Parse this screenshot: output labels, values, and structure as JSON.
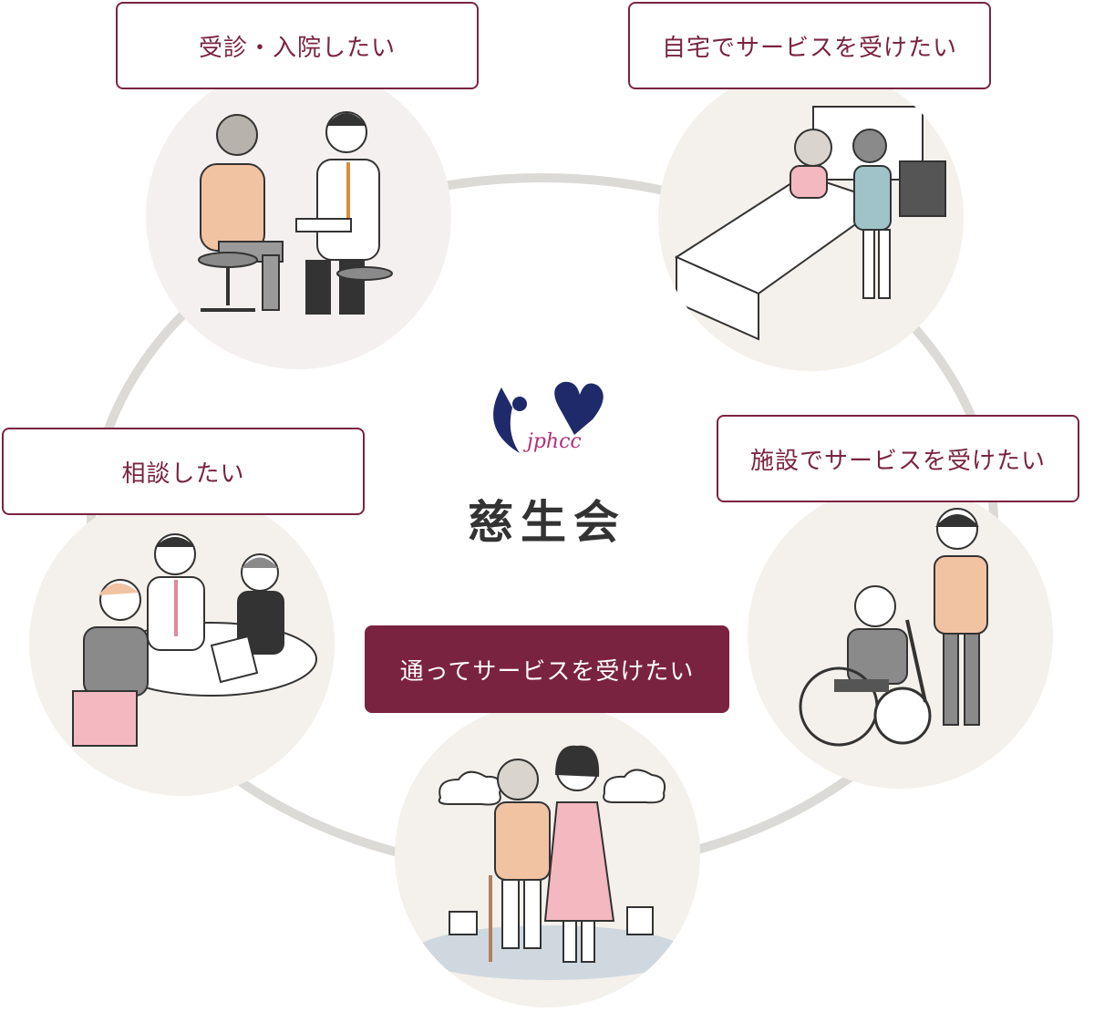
{
  "organization": {
    "name": "慈生会",
    "logo_text": "jphcc"
  },
  "services": [
    {
      "label": "受診・入院したい",
      "illustration": "doctor-consultation-icon",
      "active": false
    },
    {
      "label": "自宅でサービスを受けたい",
      "illustration": "home-care-bed-icon",
      "active": false
    },
    {
      "label": "相談したい",
      "illustration": "consultation-meeting-icon",
      "active": false
    },
    {
      "label": "施設でサービスを受けたい",
      "illustration": "wheelchair-facility-icon",
      "active": false
    },
    {
      "label": "通ってサービスを受けたい",
      "illustration": "walking-daycare-icon",
      "active": true
    }
  ],
  "colors": {
    "accent": "#7a2340",
    "circle_bg": "#f4f0eb",
    "ring": "#dcdad6",
    "logo_navy": "#1f2a6b"
  }
}
